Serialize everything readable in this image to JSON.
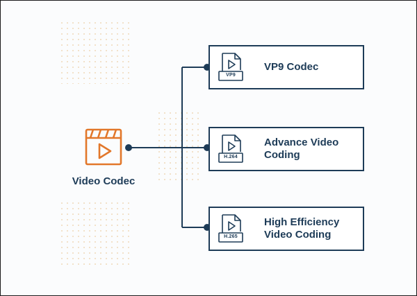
{
  "main": {
    "label": "Video Codec",
    "icon": "video-clapper-icon"
  },
  "codecs": [
    {
      "label": "VP9 Codec",
      "ext": "VP9",
      "icon": "file-play-icon"
    },
    {
      "label": "Advance Video Coding",
      "ext": "H.264",
      "icon": "file-play-icon"
    },
    {
      "label": "High Efficiency Video Coding",
      "ext": "H.265",
      "icon": "file-play-icon"
    }
  ],
  "colors": {
    "navy": "#1d3b57",
    "orange": "#e2772a",
    "dots": "#f0d8b8"
  }
}
